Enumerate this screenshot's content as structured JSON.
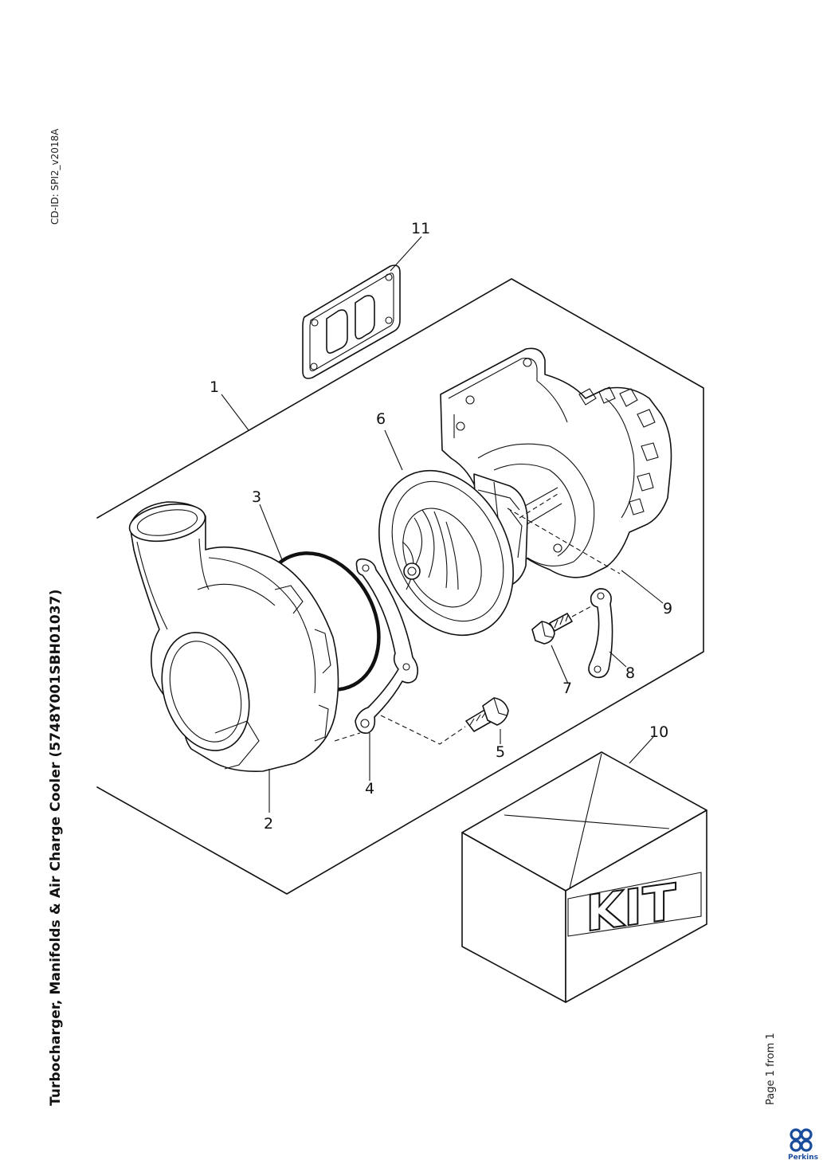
{
  "document": {
    "title": "Turbocharger, Manifolds & Air Charge Cooler (5748Y001SBH01037)",
    "cd_id": "CD-ID: SPI2_v2018A",
    "page": "Page 1 from 1"
  },
  "brand": {
    "name": "Perkins",
    "color": "#1a4c9c"
  },
  "callouts": [
    "1",
    "2",
    "3",
    "4",
    "5",
    "6",
    "7",
    "8",
    "9",
    "10",
    "11"
  ],
  "kit_label": "KIT"
}
